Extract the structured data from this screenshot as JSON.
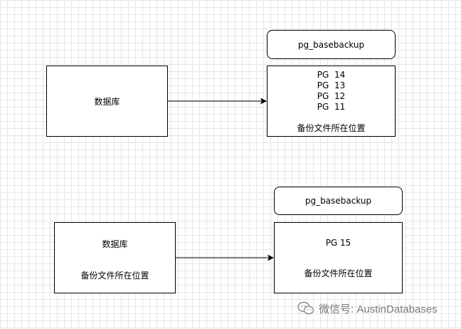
{
  "diagram1": {
    "db_label": "数据库",
    "tool_label": "pg_basebackup",
    "versions": [
      "PG  14",
      "PG  13",
      "PG  12",
      "PG  11"
    ],
    "backup_location": "备份文件所在位置"
  },
  "diagram2": {
    "db_label": "数据库",
    "db_backup_location": "备份文件所在位置",
    "tool_label": "pg_basebackup",
    "version": "PG 15",
    "backup_location": "备份文件所在位置"
  },
  "watermark": {
    "icon": "wechat-icon",
    "text": "微信号: AustinDatabases"
  },
  "colors": {
    "grid": "#e6e6e6",
    "stroke": "#000000",
    "watermark": "#7a7a7a"
  }
}
